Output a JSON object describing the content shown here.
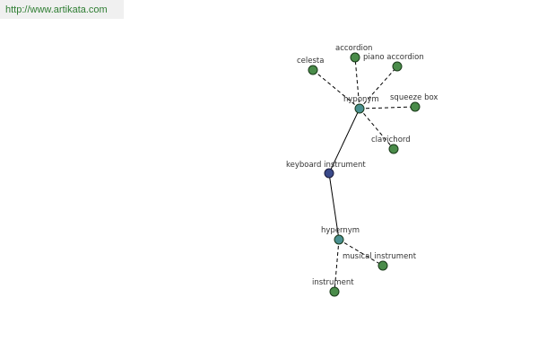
{
  "header": {
    "url": "http://www.artikata.com"
  },
  "colors": {
    "leaf": "#4a8c4a",
    "relation": "#4a9090",
    "center": "#3a4a8a",
    "stroke": "#1a3a1a"
  },
  "nodes": {
    "center": "keyboard instrument",
    "hyponym": "hyponym",
    "hypernym": "hypernym",
    "celesta": "celesta",
    "accordion": "accordion",
    "piano_accordion": "piano accordion",
    "squeeze_box": "squeeze box",
    "clavichord": "clavichord",
    "musical_instrument": "musical instrument",
    "instrument": "instrument"
  }
}
